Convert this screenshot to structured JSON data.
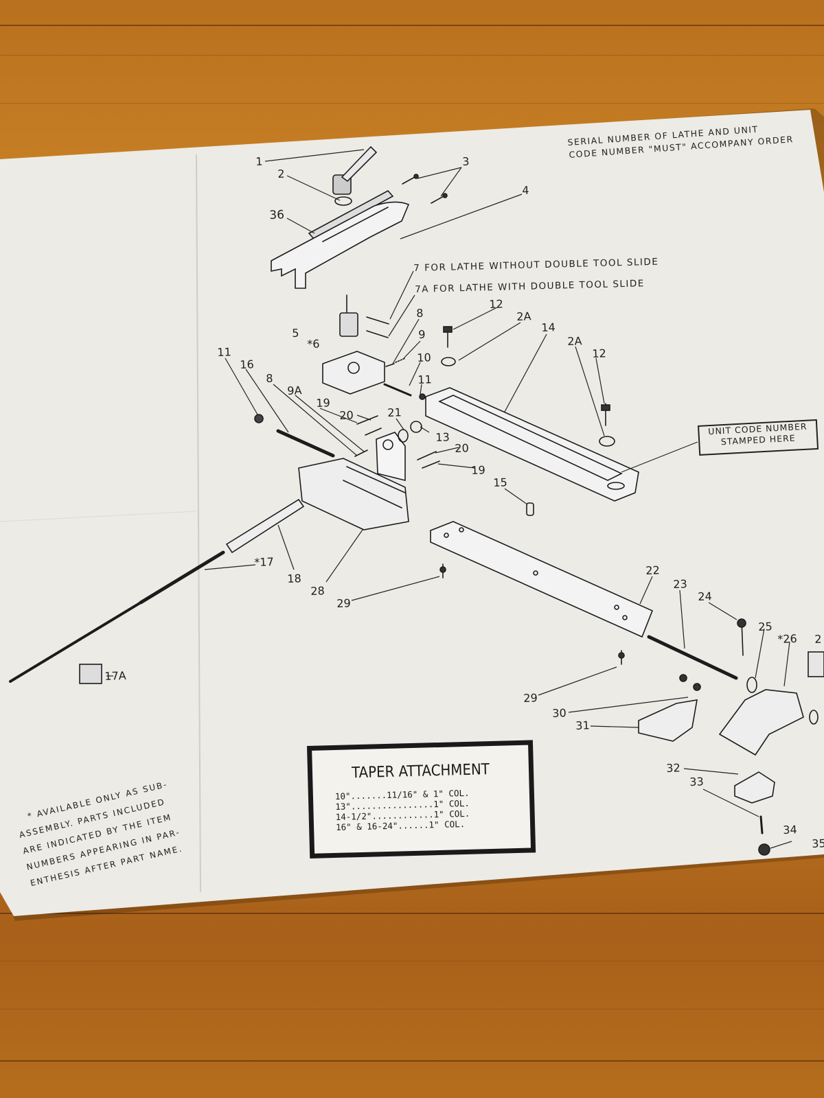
{
  "order_note": {
    "line1": "SERIAL NUMBER OF LATHE AND UNIT",
    "line2": "CODE NUMBER \"MUST\" ACCOMPANY ORDER"
  },
  "notes": {
    "part7": "7 FOR LATHE WITHOUT DOUBLE TOOL SLIDE",
    "part7a": "7A FOR LATHE WITH DOUBLE TOOL SLIDE"
  },
  "unit_code": {
    "line1": "UNIT CODE NUMBER",
    "line2": "STAMPED HERE"
  },
  "title_box": {
    "title": "TAPER ATTACHMENT",
    "sizes": [
      "10\".......11/16\" & 1\" COL.",
      "13\"................1\" COL.",
      "14-1/2\"............1\" COL.",
      "16\" & 16-24\"......1\" COL."
    ]
  },
  "footnote": {
    "lines": [
      "* AVAILABLE ONLY AS SUB-",
      "ASSEMBLY.  PARTS INCLUDED",
      "ARE INDICATED BY THE ITEM",
      "NUMBERS APPEARING IN PAR-",
      "ENTHESIS AFTER PART NAME."
    ]
  },
  "callouts": {
    "c1": "1",
    "c2": "2",
    "c3": "3",
    "c4": "4",
    "c36": "36",
    "c5": "5",
    "c6": "*6",
    "c8a": "8",
    "c9": "9",
    "c10": "10",
    "c11a": "11",
    "c12a": "12",
    "c2a_a": "2A",
    "c14": "14",
    "c2a_b": "2A",
    "c12b": "12",
    "c11b": "11",
    "c16": "16",
    "c8b": "8",
    "c9a": "9A",
    "c19a": "19",
    "c20a": "20",
    "c21": "21",
    "c13": "13",
    "c20b": "20",
    "c19b": "19",
    "c15": "15",
    "c17": "*17",
    "c18": "18",
    "c28": "28",
    "c29a": "29",
    "c17a": "17A",
    "c22": "22",
    "c23": "23",
    "c24": "24",
    "c25": "25",
    "c26": "*26",
    "c29b": "29",
    "c30": "30",
    "c31": "31",
    "c32": "32",
    "c33": "33",
    "c34": "34",
    "c35": "35"
  }
}
